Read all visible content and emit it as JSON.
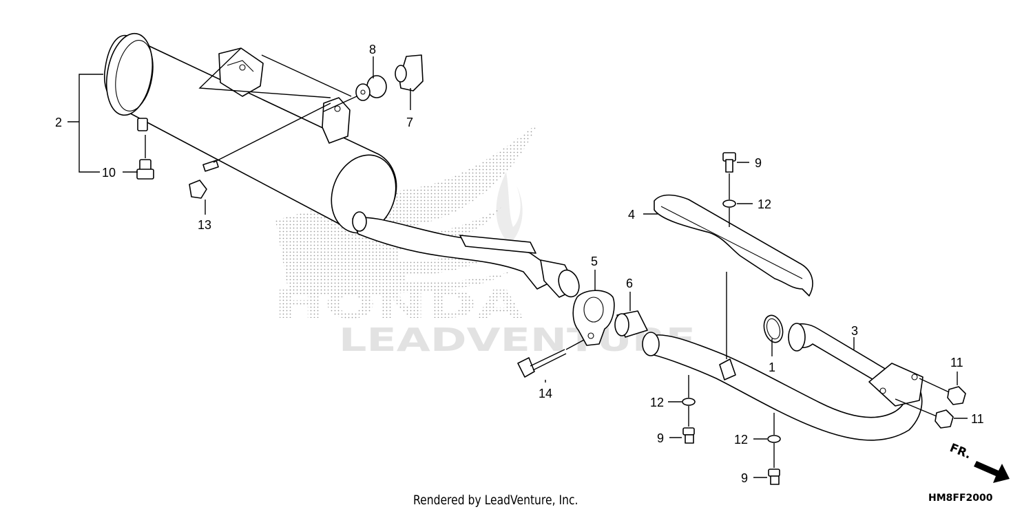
{
  "watermark": {
    "brand": "HONDA",
    "dealer": "LEADVENTURE"
  },
  "callouts": [
    {
      "id": "c1",
      "label": "1"
    },
    {
      "id": "c2",
      "label": "2"
    },
    {
      "id": "c3",
      "label": "3"
    },
    {
      "id": "c4",
      "label": "4"
    },
    {
      "id": "c5",
      "label": "5"
    },
    {
      "id": "c6",
      "label": "6"
    },
    {
      "id": "c7",
      "label": "7"
    },
    {
      "id": "c8",
      "label": "8"
    },
    {
      "id": "c9a",
      "label": "9"
    },
    {
      "id": "c9b",
      "label": "9"
    },
    {
      "id": "c9c",
      "label": "9"
    },
    {
      "id": "c10",
      "label": "10"
    },
    {
      "id": "c11a",
      "label": "11"
    },
    {
      "id": "c11b",
      "label": "11"
    },
    {
      "id": "c12a",
      "label": "12"
    },
    {
      "id": "c12b",
      "label": "12"
    },
    {
      "id": "c12c",
      "label": "12"
    },
    {
      "id": "c13",
      "label": "13"
    },
    {
      "id": "c14",
      "label": "14"
    }
  ],
  "direction_marker": {
    "label": "FR."
  },
  "footer": {
    "credit": "Rendered by LeadVenture, Inc.",
    "diagram_code": "HM8FF2000"
  }
}
